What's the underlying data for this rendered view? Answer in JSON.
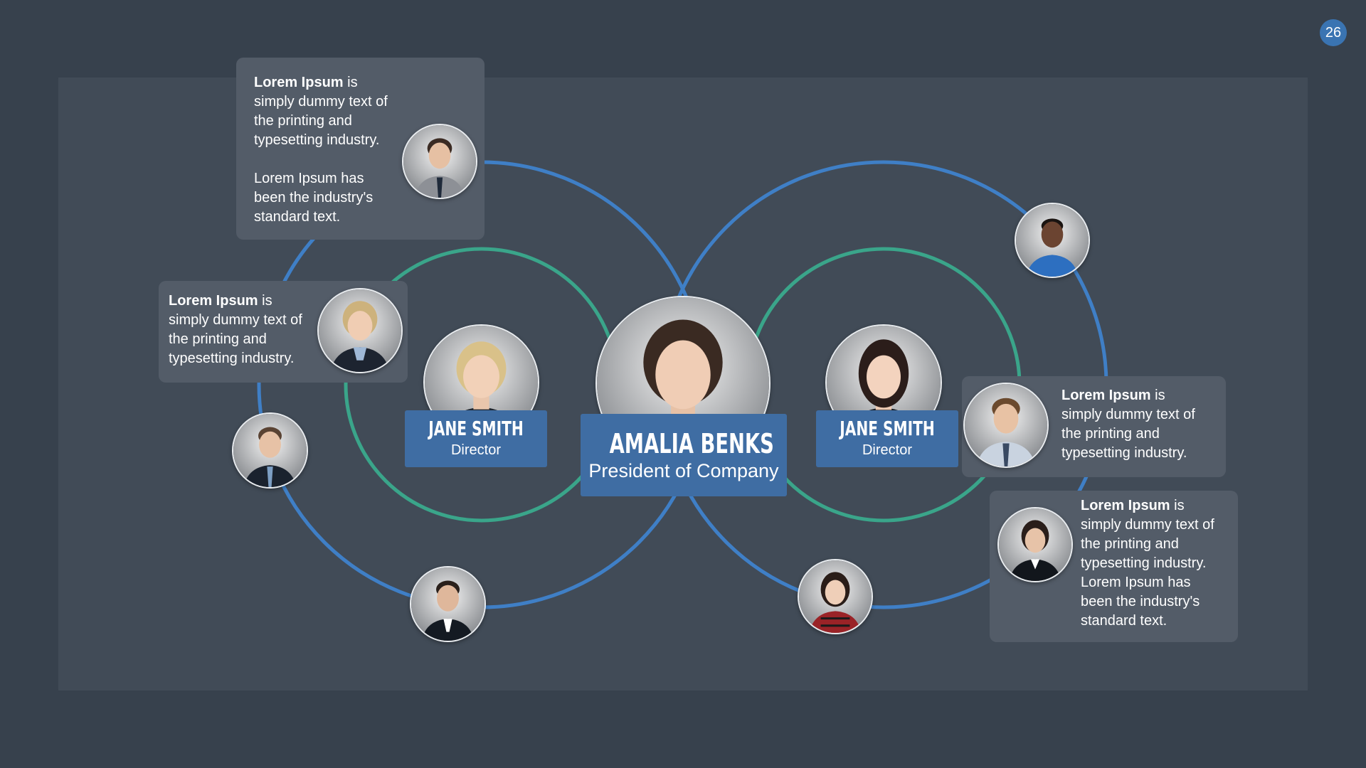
{
  "page_number": "26",
  "colors": {
    "background": "#37414d",
    "panel": "#414b57",
    "outer_ring": "#3f7fc6",
    "inner_ring": "#3aa58a",
    "name_box": "#3f6da3",
    "callout_box": "#535c68"
  },
  "president": {
    "name": "AMALIA BENKS",
    "role": "President of Company"
  },
  "directors": [
    {
      "name": "JANE SMITH",
      "role": "Director"
    },
    {
      "name": "JANE SMITH",
      "role": "Director"
    }
  ],
  "callouts": [
    {
      "bold": "Lorem Ipsum",
      "lines": [
        "is",
        "simply dummy text of",
        "the printing and",
        "typesetting industry."
      ],
      "extra_lines": [
        "Lorem Ipsum has",
        "been the industry's",
        "standard text."
      ]
    },
    {
      "bold": "Lorem Ipsum",
      "lines": [
        "is",
        "simply dummy text of",
        "the printing and",
        "typesetting industry."
      ]
    },
    {
      "bold": "Lorem Ipsum",
      "lines": [
        "is",
        "simply dummy text of",
        "the printing and",
        "typesetting industry."
      ]
    },
    {
      "bold": "Lorem Ipsum",
      "lines": [
        "is",
        "simply dummy text of",
        "the printing and",
        "typesetting industry.",
        "Lorem Ipsum has",
        "been the industry's",
        "standard text."
      ]
    }
  ]
}
